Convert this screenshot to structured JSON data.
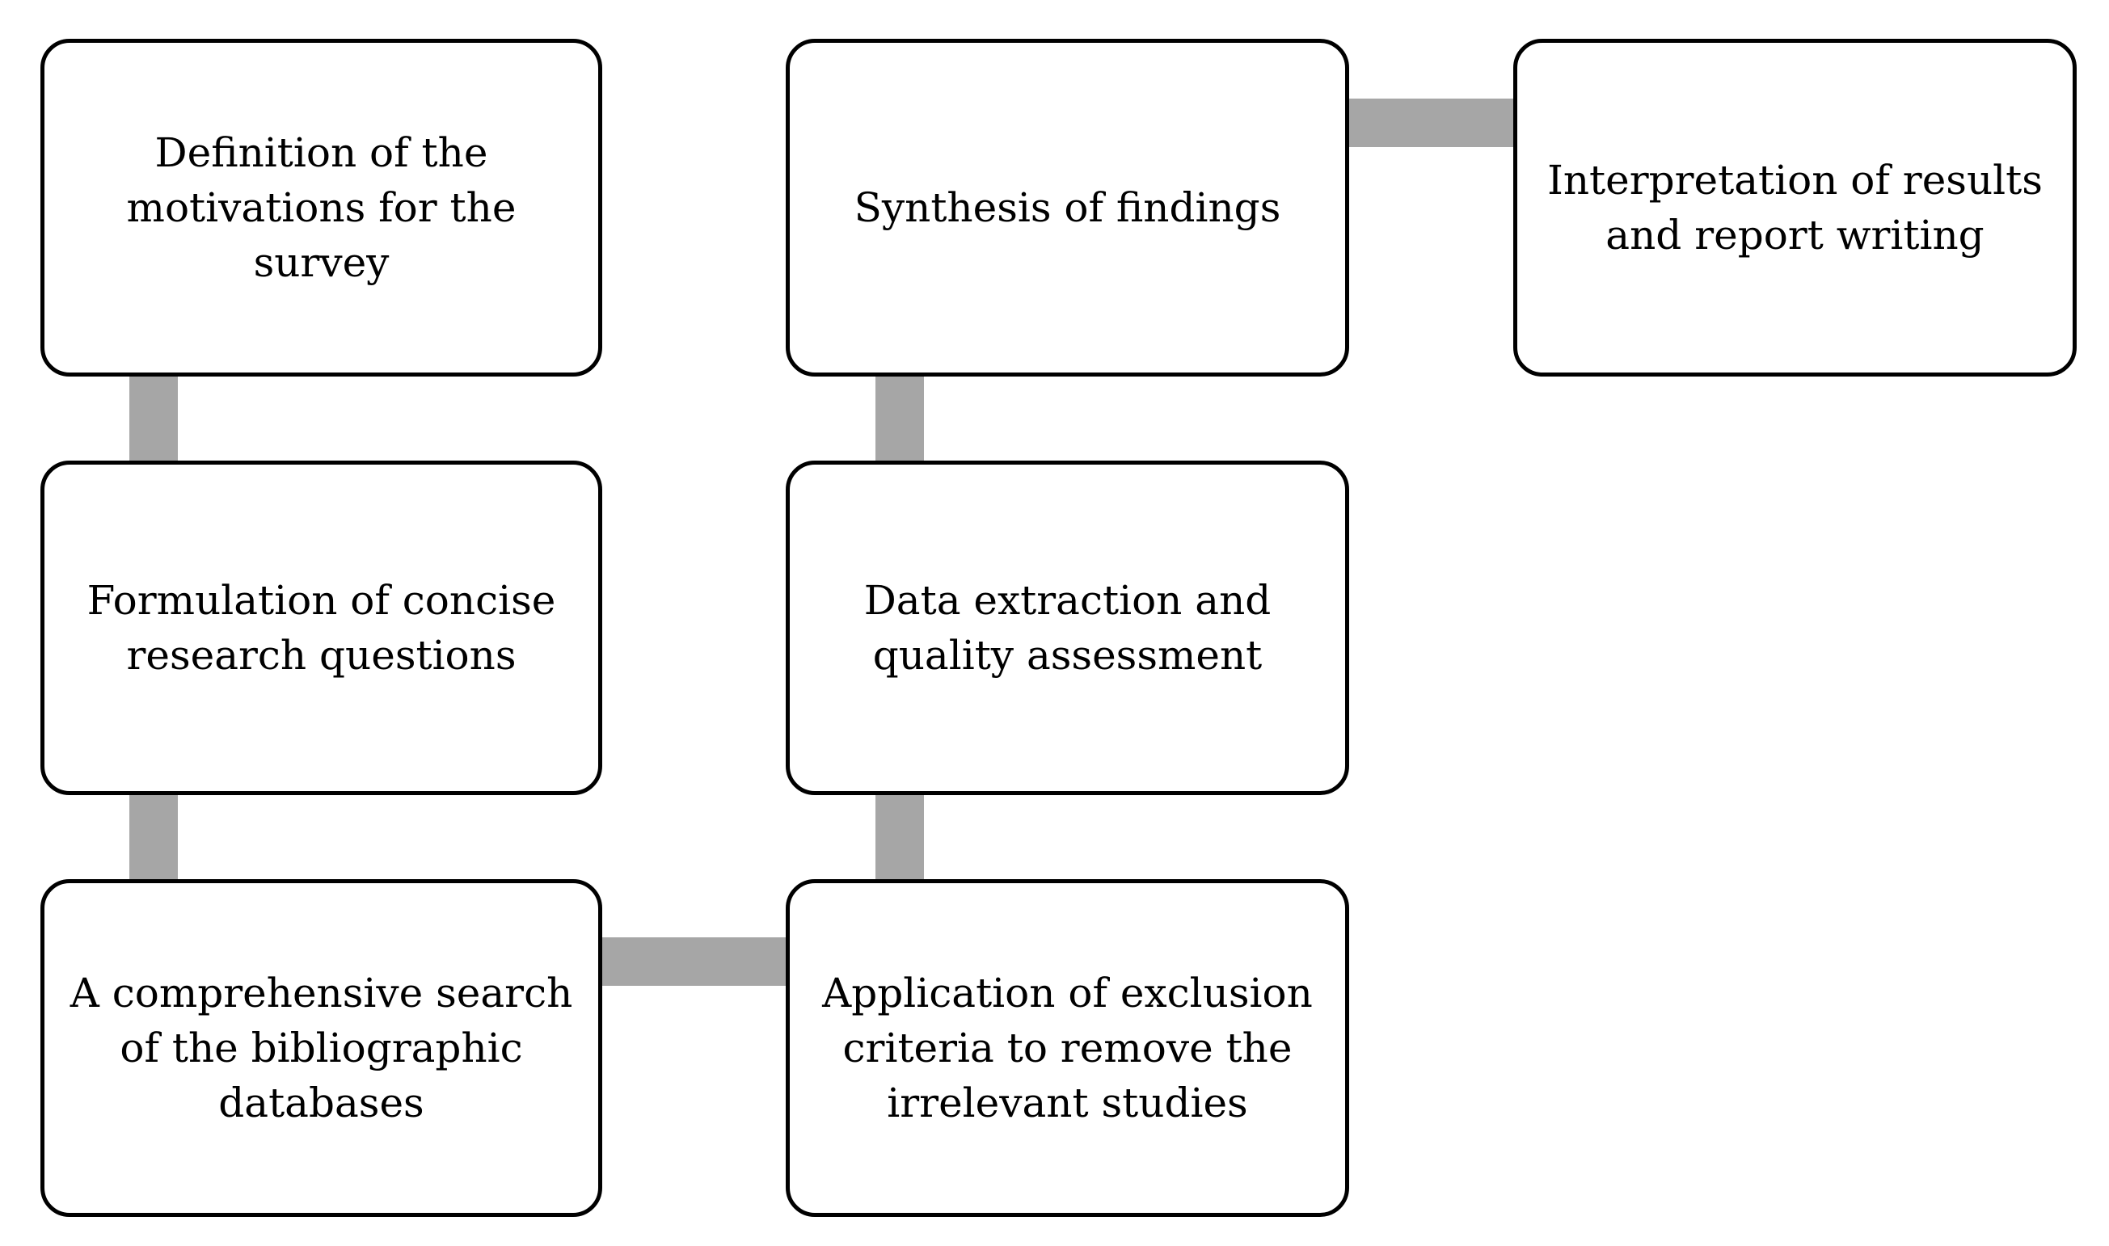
{
  "diagram": {
    "connector_color": "#a6a6a6",
    "box_border_color": "#000000",
    "steps": [
      {
        "id": "definition",
        "label": "Definition of the\nmotivations for the\nsurvey"
      },
      {
        "id": "formulation",
        "label": "Formulation of concise\nresearch questions"
      },
      {
        "id": "search",
        "label": "A comprehensive search\nof the bibliographic\ndatabases"
      },
      {
        "id": "exclusion",
        "label": "Application of exclusion\ncriteria to remove the\nirrelevant studies"
      },
      {
        "id": "extraction",
        "label": "Data extraction and\nquality assessment"
      },
      {
        "id": "synthesis",
        "label": "Synthesis of findings"
      },
      {
        "id": "interpretation",
        "label": "Interpretation of results\nand report writing"
      }
    ]
  }
}
